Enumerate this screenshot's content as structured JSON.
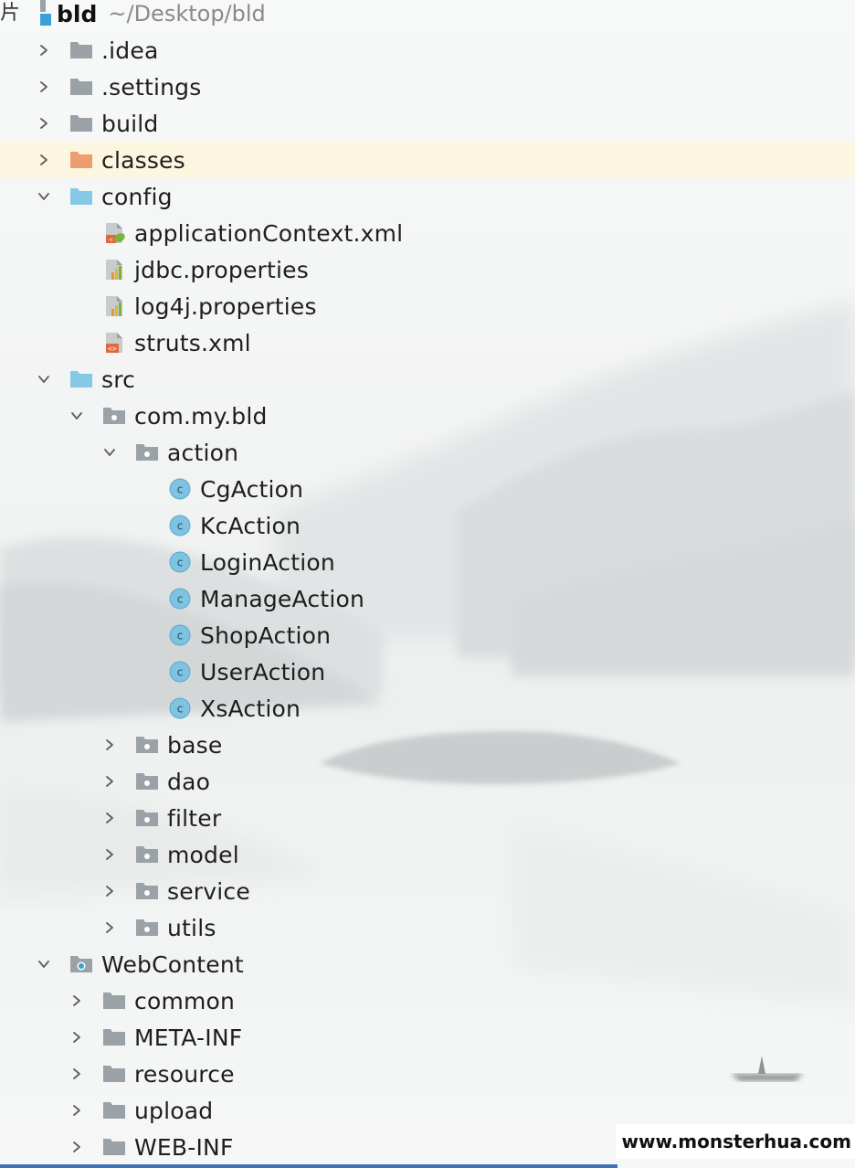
{
  "project": {
    "partial_left_text": "片",
    "name": "bld",
    "path": "~/Desktop/bld"
  },
  "colors": {
    "folder_gray": "#9aa2a8",
    "folder_blue": "#86c9e6",
    "folder_orange": "#ee9d6e",
    "class_blue": "#7fc3e0",
    "highlight": "#fdf6dc",
    "bottom_bar": "#3e73b8"
  },
  "tree": [
    {
      "label": ".idea",
      "depth": 0,
      "icon": "folder-gray-icon",
      "chevron": "right"
    },
    {
      "label": ".settings",
      "depth": 0,
      "icon": "folder-gray-icon",
      "chevron": "right"
    },
    {
      "label": "build",
      "depth": 0,
      "icon": "folder-gray-icon",
      "chevron": "right"
    },
    {
      "label": "classes",
      "depth": 0,
      "icon": "folder-orange-icon",
      "chevron": "right",
      "highlight": true
    },
    {
      "label": "config",
      "depth": 0,
      "icon": "folder-blue-icon",
      "chevron": "down"
    },
    {
      "label": "applicationContext.xml",
      "depth": 1,
      "icon": "spring-xml-icon",
      "chevron": "none"
    },
    {
      "label": "jdbc.properties",
      "depth": 1,
      "icon": "properties-file-icon",
      "chevron": "none"
    },
    {
      "label": "log4j.properties",
      "depth": 1,
      "icon": "properties-file-icon",
      "chevron": "none"
    },
    {
      "label": "struts.xml",
      "depth": 1,
      "icon": "xml-file-icon",
      "chevron": "none"
    },
    {
      "label": "src",
      "depth": 0,
      "icon": "folder-blue-icon",
      "chevron": "down"
    },
    {
      "label": "com.my.bld",
      "depth": 1,
      "icon": "package-icon",
      "chevron": "down"
    },
    {
      "label": "action",
      "depth": 2,
      "icon": "package-icon",
      "chevron": "down"
    },
    {
      "label": "CgAction",
      "depth": 3,
      "icon": "java-class-icon",
      "chevron": "none"
    },
    {
      "label": "KcAction",
      "depth": 3,
      "icon": "java-class-icon",
      "chevron": "none"
    },
    {
      "label": "LoginAction",
      "depth": 3,
      "icon": "java-class-icon",
      "chevron": "none"
    },
    {
      "label": "ManageAction",
      "depth": 3,
      "icon": "java-class-icon",
      "chevron": "none"
    },
    {
      "label": "ShopAction",
      "depth": 3,
      "icon": "java-class-icon",
      "chevron": "none"
    },
    {
      "label": "UserAction",
      "depth": 3,
      "icon": "java-class-icon",
      "chevron": "none"
    },
    {
      "label": "XsAction",
      "depth": 3,
      "icon": "java-class-icon",
      "chevron": "none"
    },
    {
      "label": "base",
      "depth": 2,
      "icon": "package-icon",
      "chevron": "right"
    },
    {
      "label": "dao",
      "depth": 2,
      "icon": "package-icon",
      "chevron": "right"
    },
    {
      "label": "filter",
      "depth": 2,
      "icon": "package-icon",
      "chevron": "right"
    },
    {
      "label": "model",
      "depth": 2,
      "icon": "package-icon",
      "chevron": "right"
    },
    {
      "label": "service",
      "depth": 2,
      "icon": "package-icon",
      "chevron": "right"
    },
    {
      "label": "utils",
      "depth": 2,
      "icon": "package-icon",
      "chevron": "right"
    },
    {
      "label": "WebContent",
      "depth": 0,
      "icon": "web-folder-icon",
      "chevron": "down"
    },
    {
      "label": "common",
      "depth": 1,
      "icon": "folder-gray-icon",
      "chevron": "right"
    },
    {
      "label": "META-INF",
      "depth": 1,
      "icon": "folder-gray-icon",
      "chevron": "right"
    },
    {
      "label": "resource",
      "depth": 1,
      "icon": "folder-gray-icon",
      "chevron": "right"
    },
    {
      "label": "upload",
      "depth": 1,
      "icon": "folder-gray-icon",
      "chevron": "right"
    },
    {
      "label": "WEB-INF",
      "depth": 1,
      "icon": "folder-gray-icon",
      "chevron": "right"
    }
  ],
  "watermark": "www.monsterhua.com"
}
